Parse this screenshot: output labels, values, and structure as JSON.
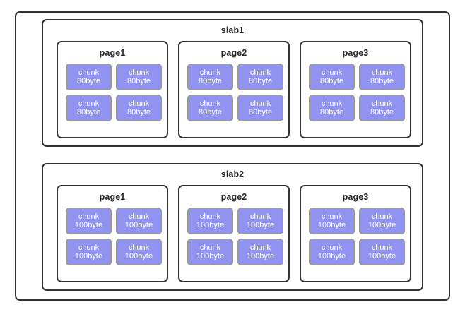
{
  "diagram": {
    "type": "nested-box-diagram",
    "background_color": "#ffffff",
    "border_color": "#333333",
    "chunk_fill_color": "#9094f0",
    "chunk_border_color": "#9a9a9a",
    "chunk_text_color": "#ffffff",
    "slabs": [
      {
        "title": "slab1",
        "pages": [
          {
            "title": "page1",
            "chunks": [
              {
                "label": "chunk",
                "size": "80byte"
              },
              {
                "label": "chunk",
                "size": "80byte"
              },
              {
                "label": "chunk",
                "size": "80byte"
              },
              {
                "label": "chunk",
                "size": "80byte"
              }
            ]
          },
          {
            "title": "page2",
            "chunks": [
              {
                "label": "chunk",
                "size": "80byte"
              },
              {
                "label": "chunk",
                "size": "80byte"
              },
              {
                "label": "chunk",
                "size": "80byte"
              },
              {
                "label": "chunk",
                "size": "80byte"
              }
            ]
          },
          {
            "title": "page3",
            "chunks": [
              {
                "label": "chunk",
                "size": "80byte"
              },
              {
                "label": "chunk",
                "size": "80byte"
              },
              {
                "label": "chunk",
                "size": "80byte"
              },
              {
                "label": "chunk",
                "size": "80byte"
              }
            ]
          }
        ]
      },
      {
        "title": "slab2",
        "pages": [
          {
            "title": "page1",
            "chunks": [
              {
                "label": "chunk",
                "size": "100byte"
              },
              {
                "label": "chunk",
                "size": "100byte"
              },
              {
                "label": "chunk",
                "size": "100byte"
              },
              {
                "label": "chunk",
                "size": "100byte"
              }
            ]
          },
          {
            "title": "page2",
            "chunks": [
              {
                "label": "chunk",
                "size": "100byte"
              },
              {
                "label": "chunk",
                "size": "100byte"
              },
              {
                "label": "chunk",
                "size": "100byte"
              },
              {
                "label": "chunk",
                "size": "100byte"
              }
            ]
          },
          {
            "title": "page3",
            "chunks": [
              {
                "label": "chunk",
                "size": "100byte"
              },
              {
                "label": "chunk",
                "size": "100byte"
              },
              {
                "label": "chunk",
                "size": "100byte"
              },
              {
                "label": "chunk",
                "size": "100byte"
              }
            ]
          }
        ]
      }
    ]
  }
}
